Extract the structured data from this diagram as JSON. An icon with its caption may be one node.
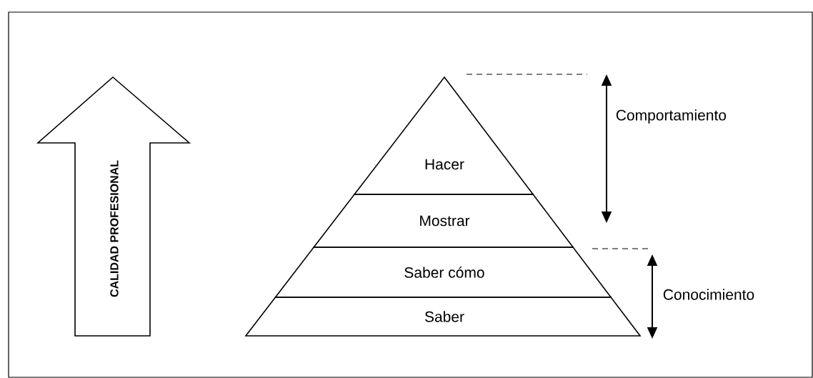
{
  "diagram": {
    "nodes": [
      {
        "text": [
          "CALIDAD PROFESIONAL"
        ]
      },
      {
        "text": [
          "Hacer"
        ]
      },
      {
        "text": [
          "Mostrar"
        ]
      },
      {
        "text": [
          "Saber cómo"
        ]
      },
      {
        "text": [
          "Saber"
        ]
      }
    ],
    "labels": [
      "Comportamiento",
      "Conocimiento"
    ]
  }
}
